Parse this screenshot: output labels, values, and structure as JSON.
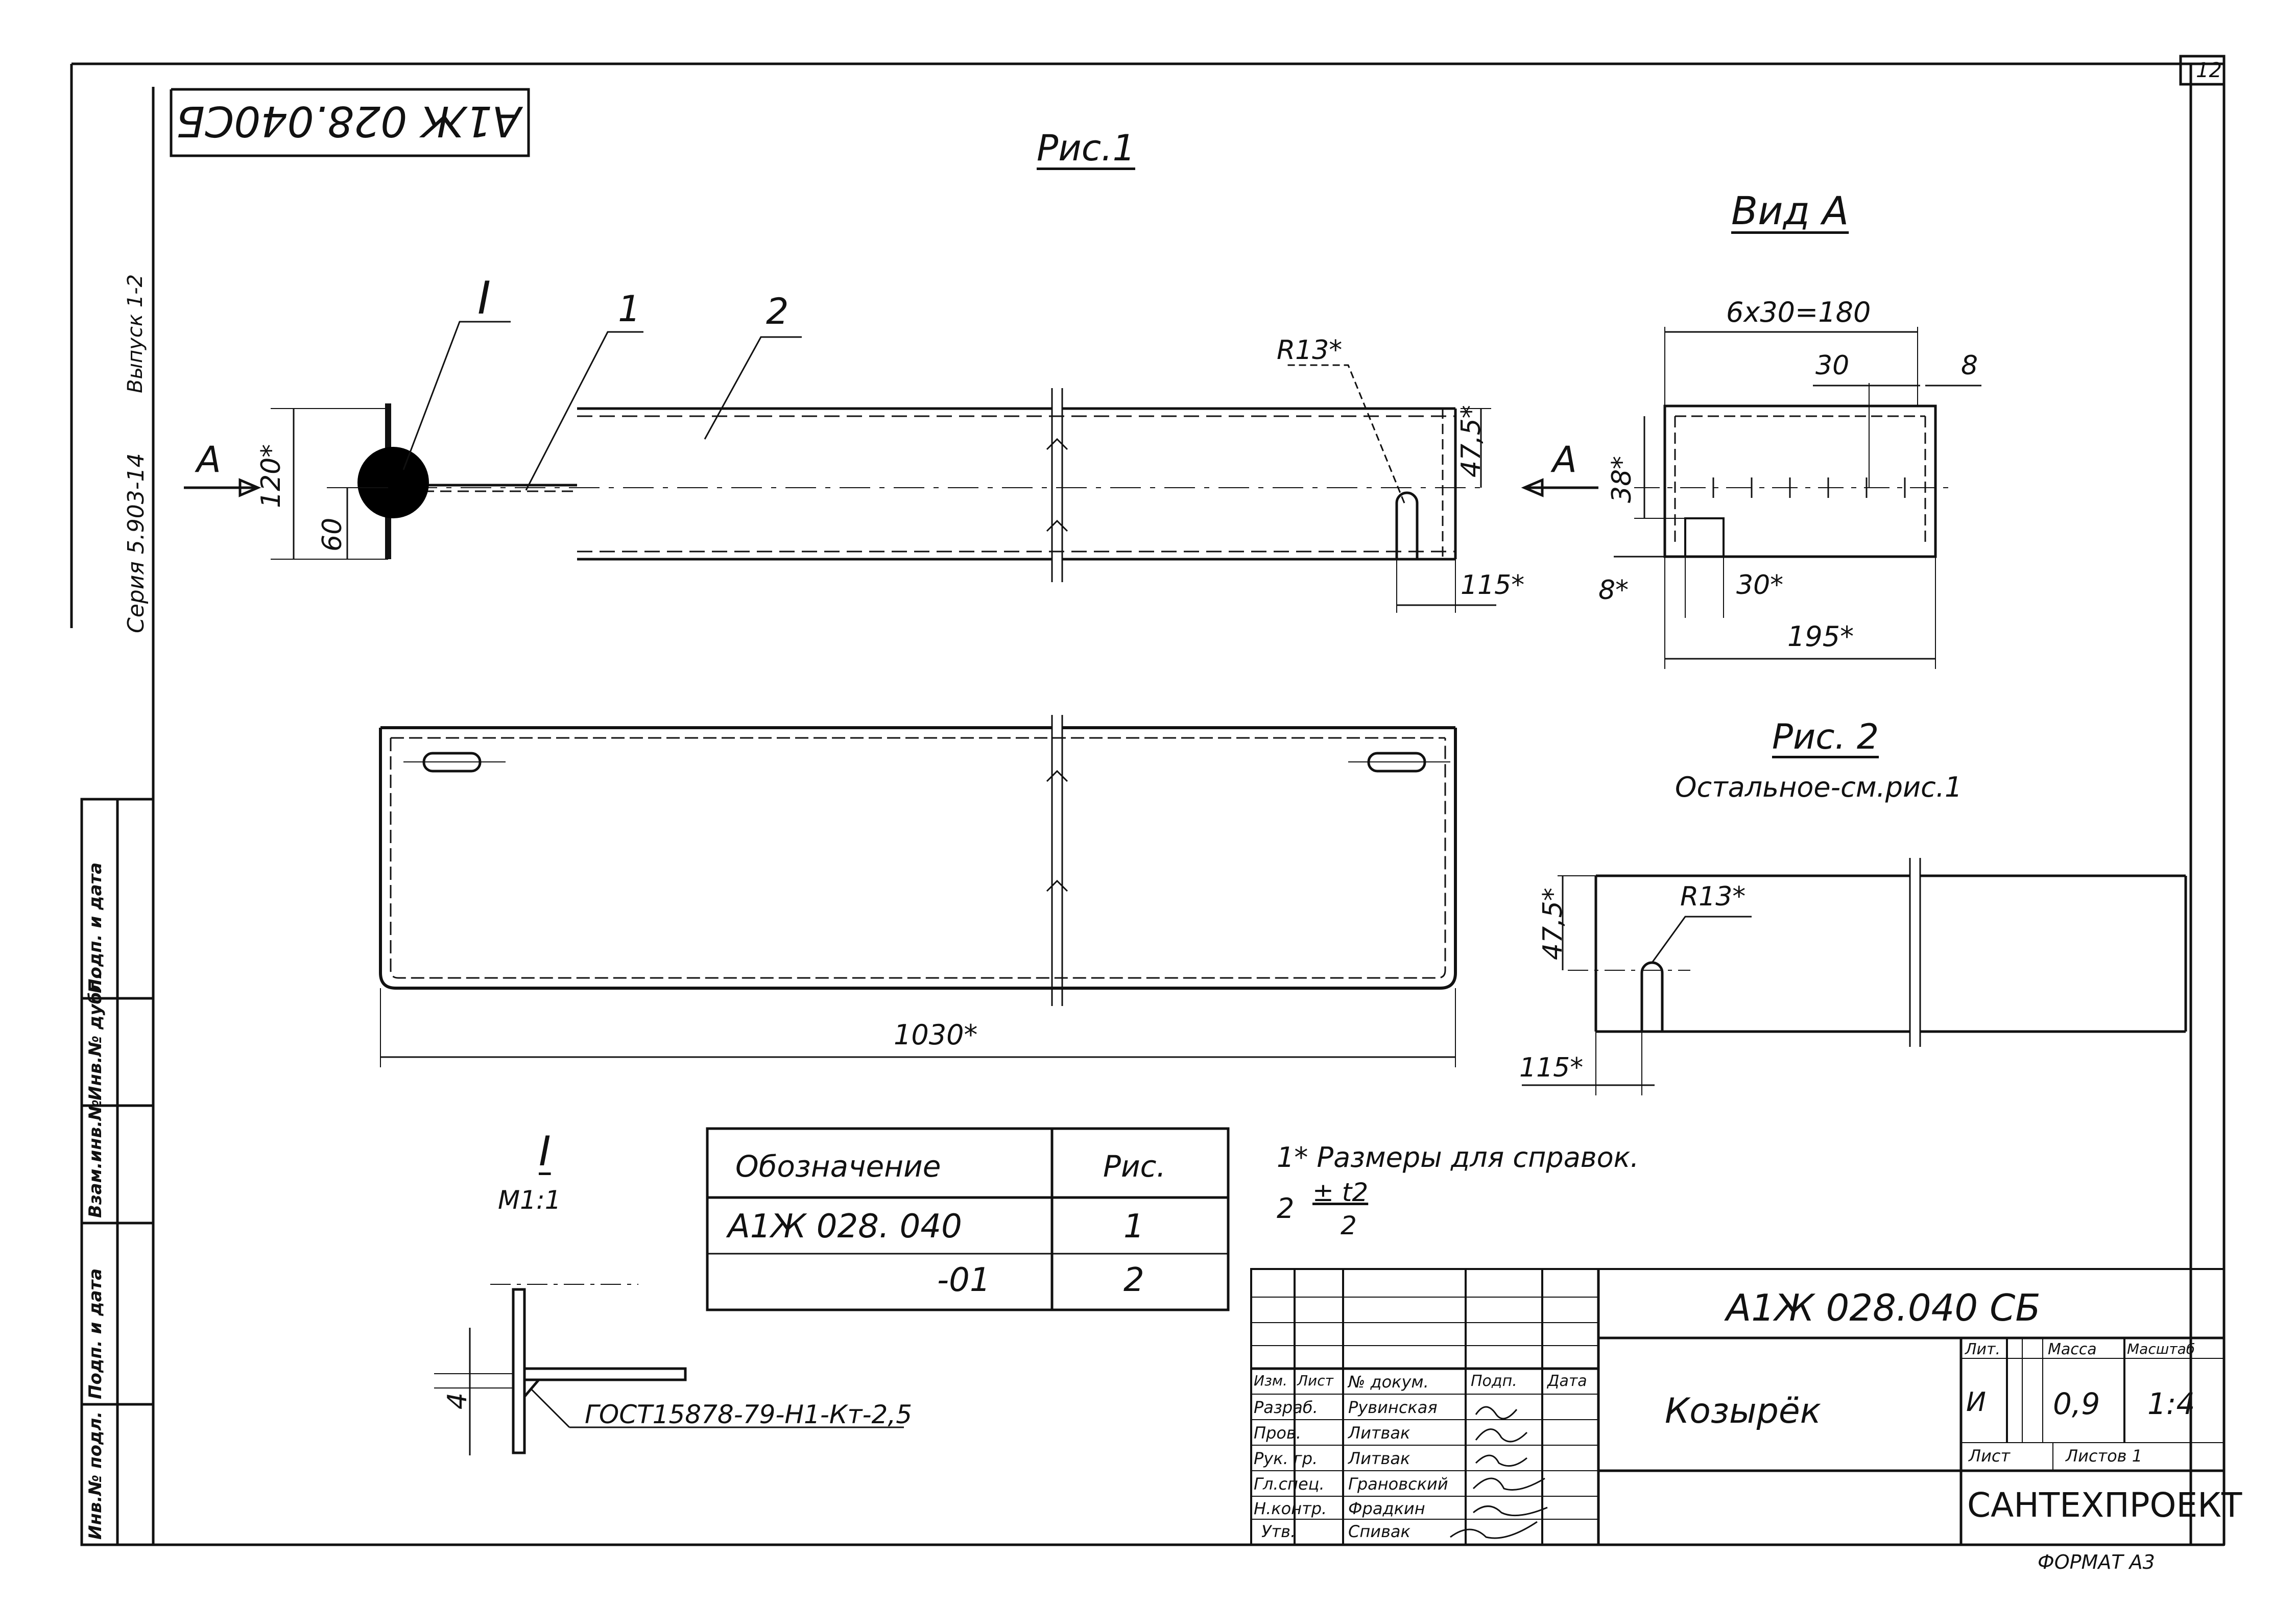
{
  "sheet": {
    "page_number": "12",
    "code_mirrored": "А1Ж 028.040СБ",
    "series": "Серия 5.903-14",
    "issue": "Выпуск 1-2",
    "format": "ФОРМАТ А3"
  },
  "figures": {
    "fig1_title": "Рис.1",
    "view_a_title": "Вид А",
    "fig2_title": "Рис. 2",
    "fig2_note": "Остальное-см.рис.1",
    "detail_title": "I",
    "detail_scale": "М1:1"
  },
  "fig1_labels": {
    "callout_detail": "I",
    "callout_1": "1",
    "callout_2": "2",
    "arrow_left": "А",
    "arrow_right": "А",
    "dim_120": "120*",
    "dim_60": "60",
    "dim_r13": "R13*",
    "dim_475": "47,5*",
    "dim_115": "115*"
  },
  "view_a_labels": {
    "dim_6x30": "6x30=180",
    "dim_30": "30",
    "dim_8top": "8",
    "dim_38": "38*",
    "dim_8left": "8*",
    "dim_30b": "30*",
    "dim_195": "195*"
  },
  "plan_labels": {
    "dim_1030": "1030*"
  },
  "fig2_labels": {
    "dim_r13": "R13*",
    "dim_475": "47,5*",
    "dim_115": "115*"
  },
  "detail_labels": {
    "dim_4": "4",
    "weld": "ГОСТ15878-79-Н1-Кт-2,5"
  },
  "spec_table": {
    "headers": [
      "Обозначение",
      "Рис."
    ],
    "rows": [
      {
        "designation": "А1Ж 028. 040",
        "fig": "1"
      },
      {
        "designation": "-01",
        "fig": "2"
      }
    ]
  },
  "notes": {
    "note1": "1* Размеры для справок.",
    "note2_prefix": "2",
    "note2_num": "± t2",
    "note2_den": "2"
  },
  "side_strip": {
    "labels": [
      "Инв.№ подл.",
      "Подп. и дата",
      "Взам.инв.№",
      "Инв.№ дубл.",
      "Подп. и дата"
    ]
  },
  "title_block": {
    "doc_code": "А1Ж 028.040 СБ",
    "name": "Козырёк",
    "col_headers": [
      "Изм.",
      "Лист",
      "№ докум.",
      "Подп.",
      "Дата"
    ],
    "roles": [
      {
        "role": "Разраб.",
        "name": "Рувинская"
      },
      {
        "role": "Пров.",
        "name": "Литвак"
      },
      {
        "role": "Рук. гр.",
        "name": "Литвак"
      },
      {
        "role": "Гл.спец.",
        "name": "Грановский"
      },
      {
        "role": "Н.контр.",
        "name": "Фрадкин"
      },
      {
        "role": "Утв.",
        "name": "Спивак"
      }
    ],
    "lit_label": "Лит.",
    "mass_label": "Масса",
    "scale_label": "Масштаб",
    "lit_value": "И",
    "mass_value": "0,9",
    "scale_value": "1:4",
    "sheet_label": "Лист",
    "sheets_label": "Листов 1",
    "org": "САНТЕХПРОЕКТ"
  }
}
